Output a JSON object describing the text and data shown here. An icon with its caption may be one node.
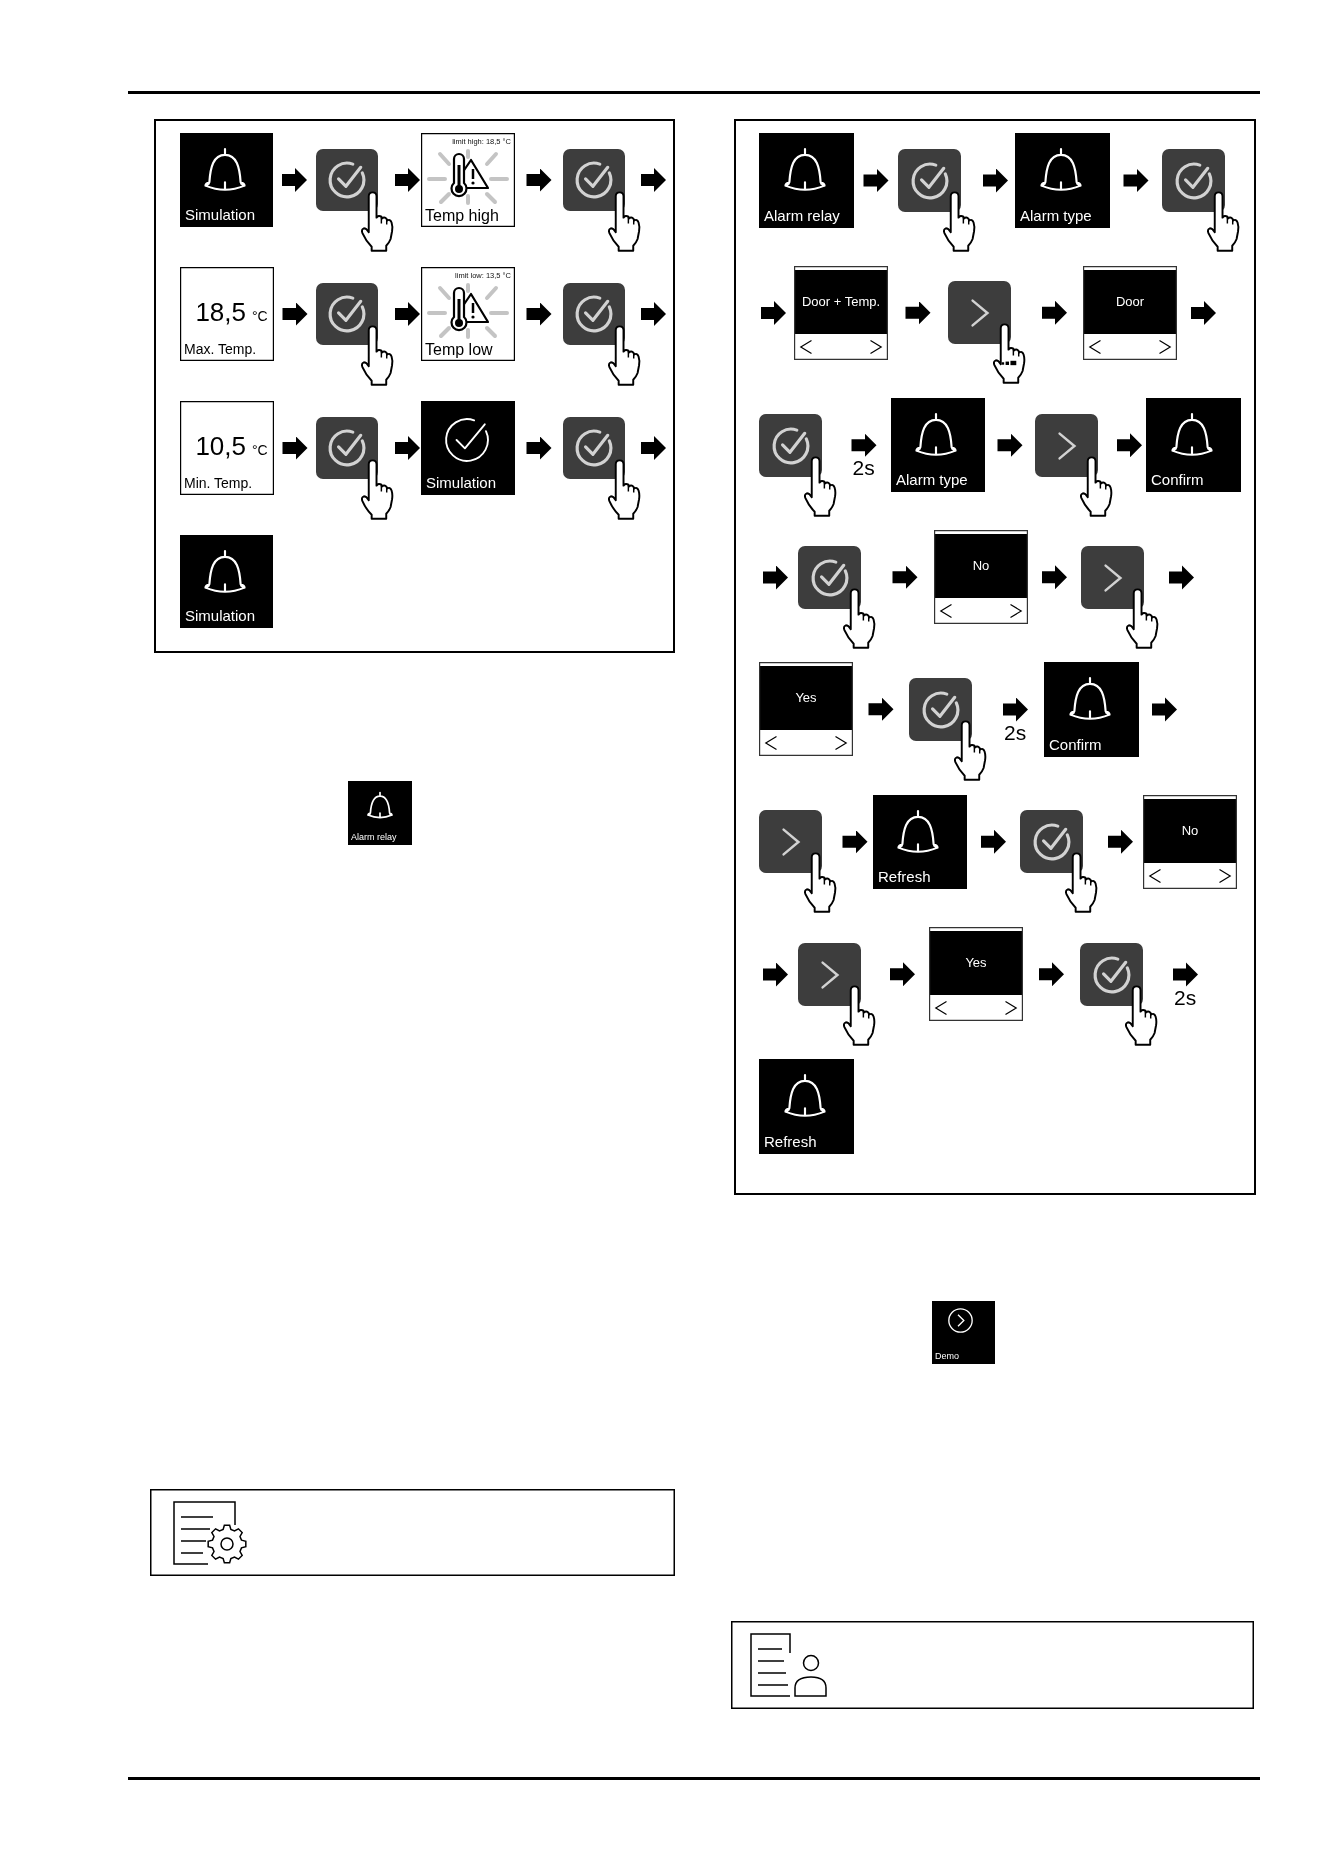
{
  "diagram": {
    "nodes": [
      {
        "text": [],
        "shape": "box"
      },
      {
        "text": [
          "Simulation"
        ],
        "in": 0
      },
      {
        "text": [],
        "shape": "picture",
        "in": 0
      },
      {
        "text": [
          "limit high: 18,5 °C",
          "Temp high"
        ],
        "in": 0
      },
      {
        "text": [],
        "shape": "picture",
        "in": 0
      },
      {
        "text": [
          "18,5",
          "°C",
          "Max. Temp."
        ],
        "in": 0
      },
      {
        "text": [],
        "shape": "picture",
        "in": 0
      },
      {
        "text": [
          "limit low: 13,5 °C",
          "Temp low"
        ],
        "in": 0
      },
      {
        "text": [],
        "shape": "picture",
        "in": 0
      },
      {
        "text": [
          "10,5",
          "°C",
          "Min. Temp."
        ],
        "in": 0
      },
      {
        "text": [],
        "shape": "picture",
        "in": 0
      },
      {
        "text": [
          "Simulation"
        ],
        "in": 0
      },
      {
        "text": [],
        "shape": "picture",
        "in": 0
      },
      {
        "text": [
          "Simulation"
        ],
        "in": 0
      },
      {
        "text": [
          "Alarm relay"
        ]
      },
      {
        "text": [],
        "shape": "box"
      },
      {
        "text": [
          "Alarm relay"
        ],
        "in": 15
      },
      {
        "text": [],
        "shape": "picture",
        "in": 15
      },
      {
        "text": [
          "Alarm type"
        ],
        "in": 15
      },
      {
        "text": [],
        "shape": "picture",
        "in": 15
      },
      {
        "text": [
          "Door + Temp."
        ],
        "in": 15
      },
      {
        "text": [],
        "shape": "picture",
        "in": 15
      },
      {
        "text": [
          "Door"
        ],
        "in": 15
      },
      {
        "text": [],
        "shape": "picture",
        "in": 15
      },
      {
        "text": [
          "Alarm type"
        ],
        "in": 15
      },
      {
        "text": [],
        "shape": "picture",
        "in": 15
      },
      {
        "text": [
          "Confirm"
        ],
        "in": 15
      },
      {
        "text": [],
        "shape": "picture",
        "in": 15
      },
      {
        "text": [
          "No"
        ],
        "in": 15
      },
      {
        "text": [],
        "shape": "picture",
        "in": 15
      },
      {
        "text": [
          "Yes"
        ],
        "in": 15
      },
      {
        "text": [],
        "shape": "picture",
        "in": 15
      },
      {
        "text": [
          "Confirm"
        ],
        "in": 15
      },
      {
        "text": [],
        "shape": "picture",
        "in": 15
      },
      {
        "text": [
          "Refresh"
        ],
        "in": 15
      },
      {
        "text": [],
        "shape": "picture",
        "in": 15
      },
      {
        "text": [
          "No"
        ],
        "in": 15
      },
      {
        "text": [],
        "shape": "picture",
        "in": 15
      },
      {
        "text": [
          "Yes"
        ],
        "in": 15
      },
      {
        "text": [],
        "shape": "picture",
        "in": 15
      },
      {
        "text": [
          "Refresh"
        ],
        "in": 15
      },
      {
        "text": [
          "Demo"
        ]
      }
    ],
    "edges": [
      {
        "from": 1,
        "to": 2,
        "arrow": "to"
      },
      {
        "from": 2,
        "to": 3,
        "arrow": "to"
      },
      {
        "from": 3,
        "to": 4,
        "arrow": "to"
      },
      {
        "from": 4,
        "to": null,
        "arrow": "to"
      },
      {
        "from": 5,
        "to": 6,
        "arrow": "to"
      },
      {
        "from": 6,
        "to": 7,
        "arrow": "to"
      },
      {
        "from": 7,
        "to": 8,
        "arrow": "to"
      },
      {
        "from": 8,
        "to": null,
        "arrow": "to"
      },
      {
        "from": 9,
        "to": 10,
        "arrow": "to"
      },
      {
        "from": 10,
        "to": 11,
        "arrow": "to"
      },
      {
        "from": 11,
        "to": 12,
        "arrow": "to"
      },
      {
        "from": 12,
        "to": null,
        "arrow": "to"
      },
      {
        "from": 16,
        "to": 17,
        "arrow": "to"
      },
      {
        "from": 17,
        "to": 18,
        "arrow": "to"
      },
      {
        "from": 18,
        "to": 19,
        "arrow": "to"
      },
      {
        "from": null,
        "to": 20,
        "arrow": "to"
      },
      {
        "from": 20,
        "to": 21,
        "arrow": "to"
      },
      {
        "from": 21,
        "to": 22,
        "arrow": "to"
      },
      {
        "from": 22,
        "to": null,
        "arrow": "to"
      },
      {
        "from": 23,
        "to": 24,
        "arrow": "to",
        "label": "2s"
      },
      {
        "from": 24,
        "to": 25,
        "arrow": "to"
      },
      {
        "from": 25,
        "to": 26,
        "arrow": "to"
      },
      {
        "from": null,
        "to": 27,
        "arrow": "to"
      },
      {
        "from": 27,
        "to": 28,
        "arrow": "to"
      },
      {
        "from": 28,
        "to": 29,
        "arrow": "to"
      },
      {
        "from": 29,
        "to": null,
        "arrow": "to"
      },
      {
        "from": 30,
        "to": 31,
        "arrow": "to"
      },
      {
        "from": 31,
        "to": 32,
        "arrow": "to",
        "label": "2s"
      },
      {
        "from": 32,
        "to": null,
        "arrow": "to"
      },
      {
        "from": 33,
        "to": 34,
        "arrow": "to"
      },
      {
        "from": 34,
        "to": 35,
        "arrow": "to"
      },
      {
        "from": 35,
        "to": 36,
        "arrow": "to"
      },
      {
        "from": null,
        "to": 37,
        "arrow": "to"
      },
      {
        "from": 37,
        "to": 38,
        "arrow": "to"
      },
      {
        "from": 38,
        "to": 39,
        "arrow": "to"
      },
      {
        "from": 39,
        "to": null,
        "arrow": "to",
        "label": "2s"
      }
    ]
  }
}
